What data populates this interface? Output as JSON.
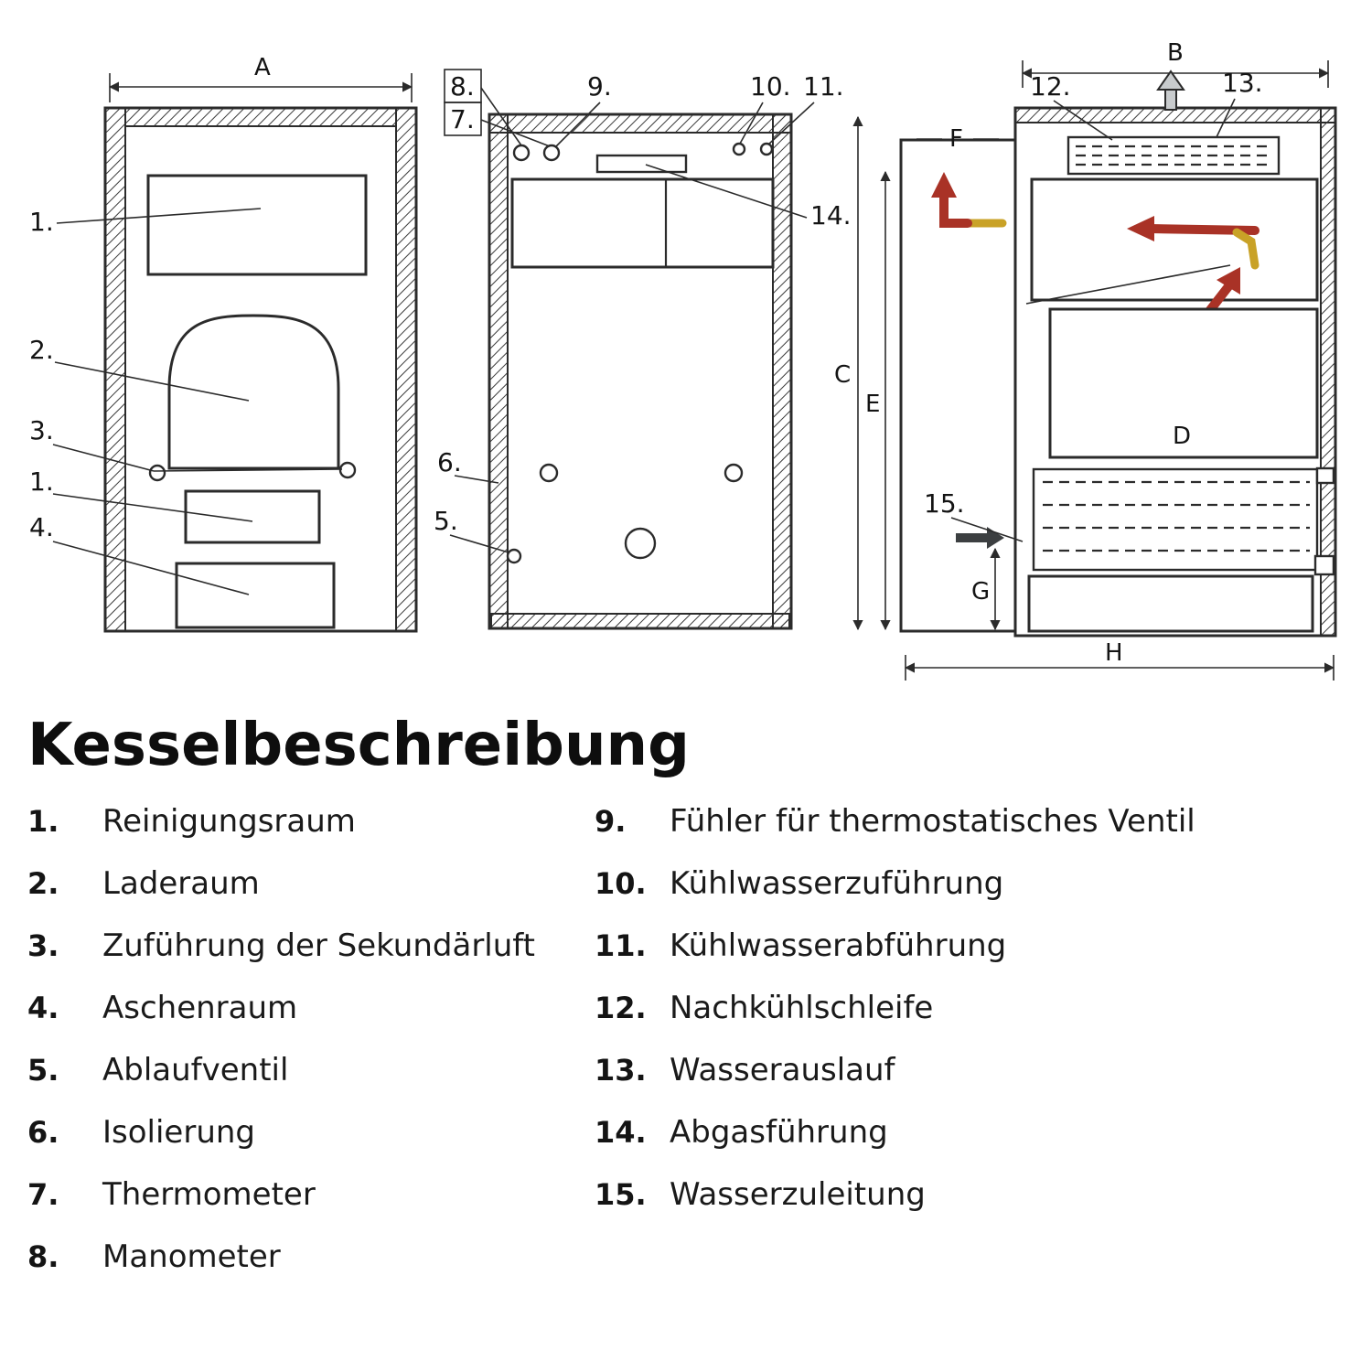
{
  "title": "Kesselbeschreibung",
  "colors": {
    "line": "#2b2b2b",
    "red": "#a93226",
    "yellow": "#c9a227",
    "gray": "#c8cbcd"
  },
  "diagram": {
    "front_view": {
      "dim_a": "A",
      "callout_1a": "1.",
      "callout_2": "2.",
      "callout_3": "3.",
      "callout_1b": "1.",
      "callout_4": "4."
    },
    "middle_view": {
      "callout_8": "8.",
      "callout_7": "7.",
      "callout_9": "9.",
      "callout_10": "10.",
      "callout_11": "11.",
      "callout_14": "14.",
      "callout_6": "6.",
      "callout_5": "5."
    },
    "side_view": {
      "dim_b": "B",
      "dim_f": "F",
      "dim_c": "C",
      "dim_e": "E",
      "dim_d": "D",
      "dim_g": "G",
      "dim_h": "H",
      "callout_12": "12.",
      "callout_13": "13.",
      "callout_15": "15."
    }
  },
  "legend": {
    "left": [
      {
        "num": "1.",
        "label": "Reinigungsraum"
      },
      {
        "num": "2.",
        "label": "Laderaum"
      },
      {
        "num": "3.",
        "label": "Zuführung der Sekundärluft"
      },
      {
        "num": "4.",
        "label": "Aschenraum"
      },
      {
        "num": "5.",
        "label": "Ablaufventil"
      },
      {
        "num": "6.",
        "label": "Isolierung"
      },
      {
        "num": "7.",
        "label": "Thermometer"
      },
      {
        "num": "8.",
        "label": "Manometer"
      }
    ],
    "right": [
      {
        "num": "9.",
        "label": "Fühler für thermostatisches Ventil"
      },
      {
        "num": "10.",
        "label": "Kühlwasserzuführung"
      },
      {
        "num": "11.",
        "label": "Kühlwasserabführung"
      },
      {
        "num": "12.",
        "label": "Nachkühlschleife"
      },
      {
        "num": "13.",
        "label": "Wasserauslauf"
      },
      {
        "num": "14.",
        "label": "Abgasführung"
      },
      {
        "num": "15.",
        "label": "Wasserzuleitung"
      }
    ]
  }
}
